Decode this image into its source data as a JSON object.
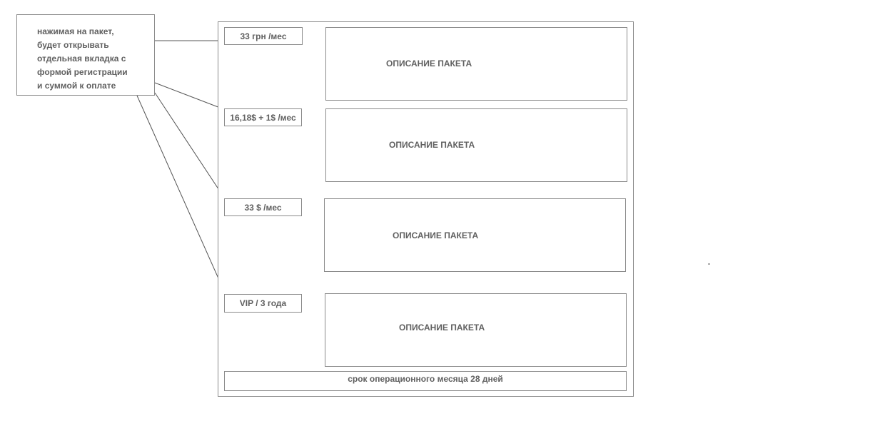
{
  "note": {
    "text": "нажимая на пакет,\nбудет открывать\nотдельная вкладка с\nформой регистрации\nи суммой к оплате"
  },
  "packages": [
    {
      "price": "33 грн /мес",
      "description": "ОПИСАНИЕ ПАКЕТА"
    },
    {
      "price": "16,18$ + 1$ /мес",
      "description": "ОПИСАНИЕ ПАКЕТА"
    },
    {
      "price": "33 $ /мес",
      "description": "ОПИСАНИЕ ПАКЕТА"
    },
    {
      "price": "VIP / 3 года",
      "description": "ОПИСАНИЕ ПАКЕТА"
    }
  ],
  "footer": {
    "text": "срок операционного месяца 28 дней"
  }
}
